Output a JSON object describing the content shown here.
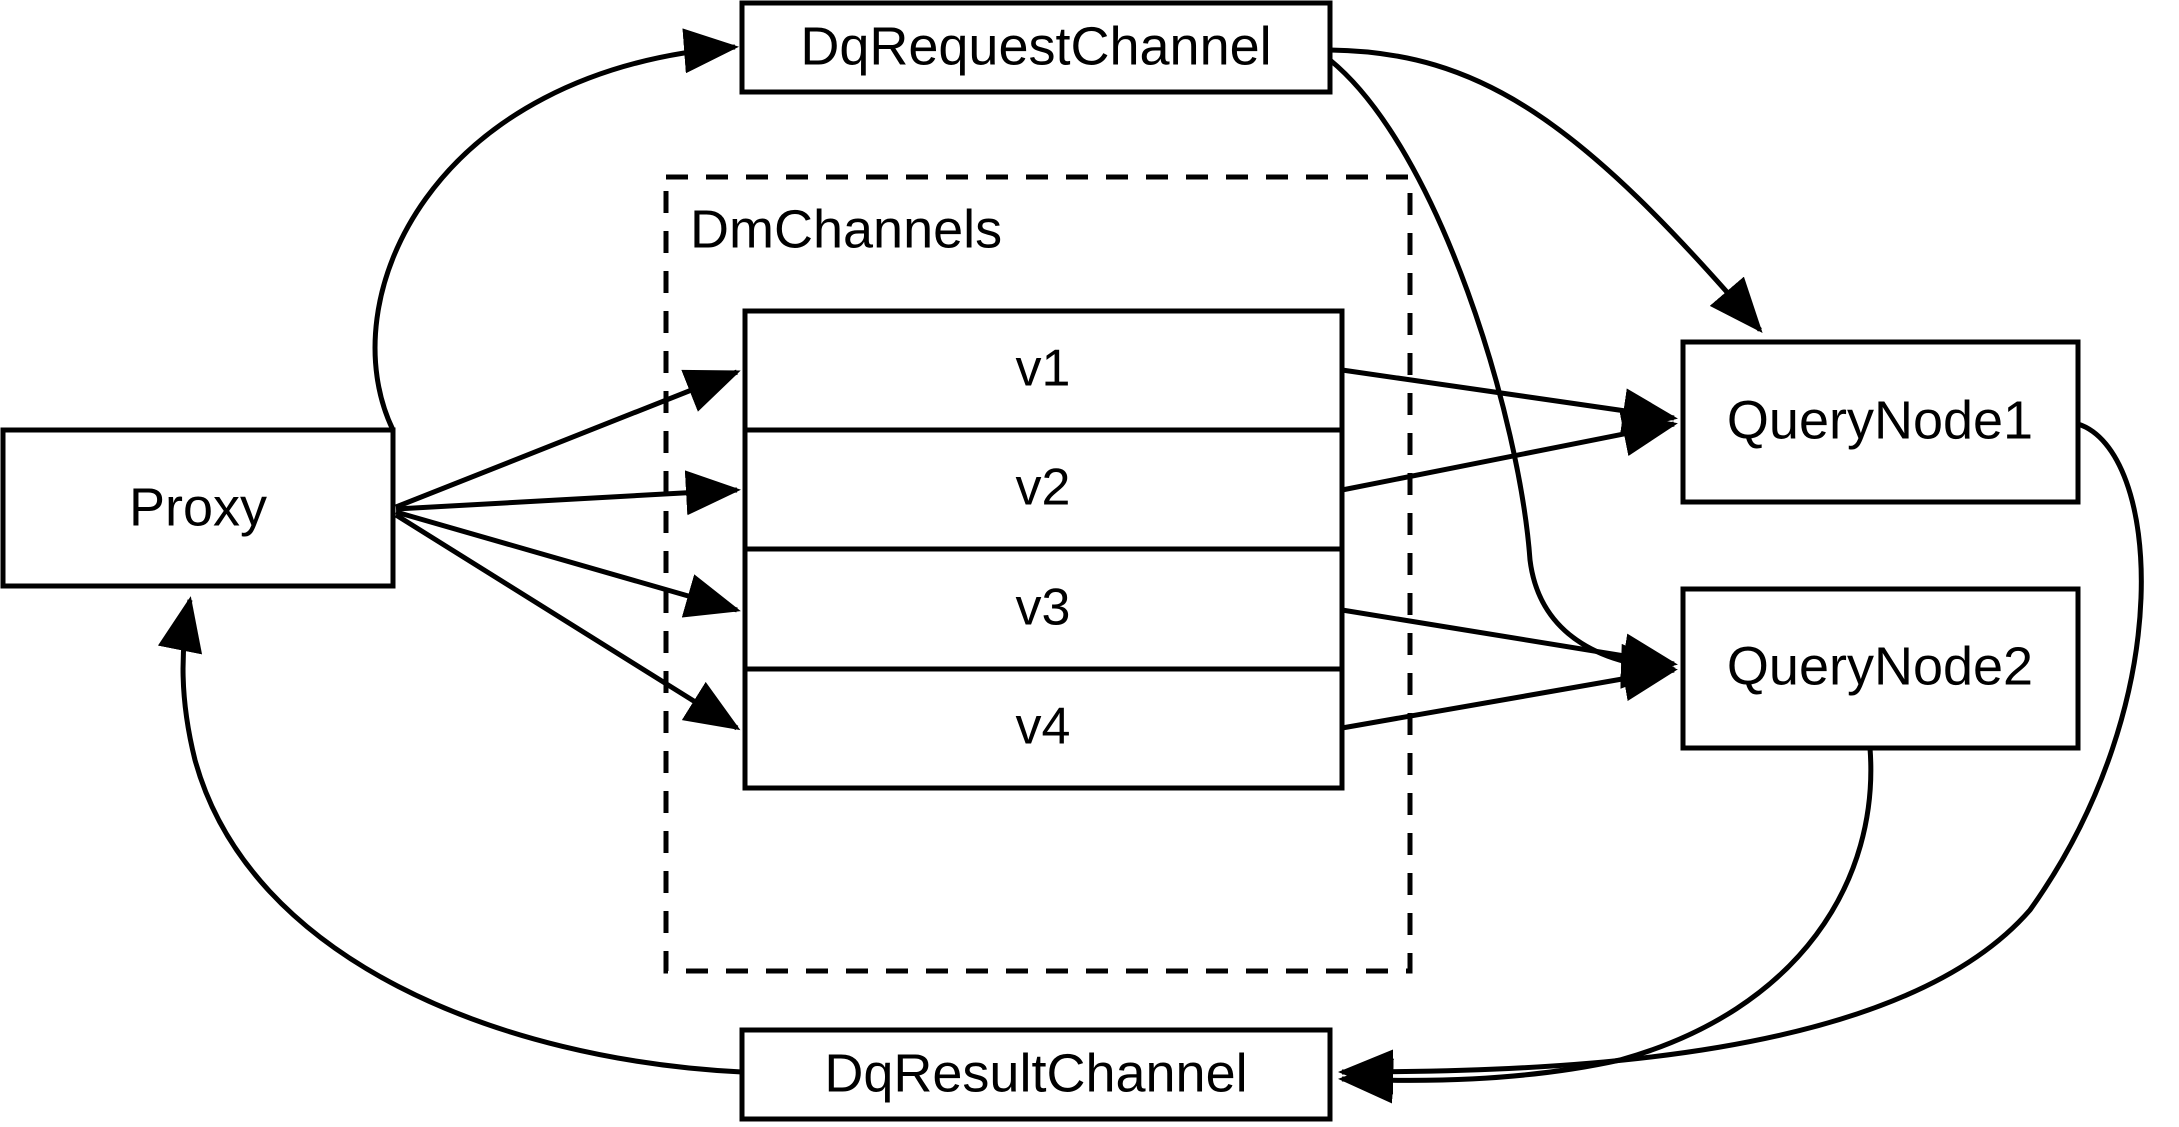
{
  "diagram": {
    "title": "Milvus distributed query message flow",
    "background_color": "#ffffff",
    "stroke_color": "#000000",
    "nodes": {
      "proxy": {
        "label": "Proxy"
      },
      "dq_request_channel": {
        "label": "DqRequestChannel"
      },
      "dq_result_channel": {
        "label": "DqResultChannel"
      },
      "query_node_1": {
        "label": "QueryNode1"
      },
      "query_node_2": {
        "label": "QueryNode2"
      }
    },
    "group": {
      "label": "DmChannels",
      "style": "dashed"
    },
    "shards": [
      {
        "label": "v1"
      },
      {
        "label": "v2"
      },
      {
        "label": "v3"
      },
      {
        "label": "v4"
      }
    ],
    "edges": [
      {
        "name": "proxy-to-dq-request-channel",
        "from": "Proxy",
        "to": "DqRequestChannel",
        "style": "curved",
        "arrow": "end"
      },
      {
        "name": "proxy-to-v1",
        "from": "Proxy",
        "to": "v1",
        "style": "straight",
        "arrow": "end"
      },
      {
        "name": "proxy-to-v2",
        "from": "Proxy",
        "to": "v2",
        "style": "straight",
        "arrow": "end"
      },
      {
        "name": "proxy-to-v3",
        "from": "Proxy",
        "to": "v3",
        "style": "straight",
        "arrow": "end"
      },
      {
        "name": "proxy-to-v4",
        "from": "Proxy",
        "to": "v4",
        "style": "straight",
        "arrow": "end"
      },
      {
        "name": "dq-request-channel-to-query-node-1",
        "from": "DqRequestChannel",
        "to": "QueryNode1",
        "style": "curved",
        "arrow": "end"
      },
      {
        "name": "dq-request-channel-to-query-node-2",
        "from": "DqRequestChannel",
        "to": "QueryNode2",
        "style": "curved",
        "arrow": "end"
      },
      {
        "name": "v1-to-query-node-1",
        "from": "v1",
        "to": "QueryNode1",
        "style": "straight",
        "arrow": "end"
      },
      {
        "name": "v2-to-query-node-1",
        "from": "v2",
        "to": "QueryNode1",
        "style": "straight",
        "arrow": "end"
      },
      {
        "name": "v3-to-query-node-2",
        "from": "v3",
        "to": "QueryNode2",
        "style": "straight",
        "arrow": "end"
      },
      {
        "name": "v4-to-query-node-2",
        "from": "v4",
        "to": "QueryNode2",
        "style": "straight",
        "arrow": "end"
      },
      {
        "name": "query-node-1-to-dq-result-channel",
        "from": "QueryNode1",
        "to": "DqResultChannel",
        "style": "curved",
        "arrow": "end"
      },
      {
        "name": "query-node-2-to-dq-result-channel",
        "from": "QueryNode2",
        "to": "DqResultChannel",
        "style": "curved",
        "arrow": "end"
      },
      {
        "name": "dq-result-channel-to-proxy",
        "from": "DqResultChannel",
        "to": "Proxy",
        "style": "curved",
        "arrow": "end"
      }
    ]
  }
}
